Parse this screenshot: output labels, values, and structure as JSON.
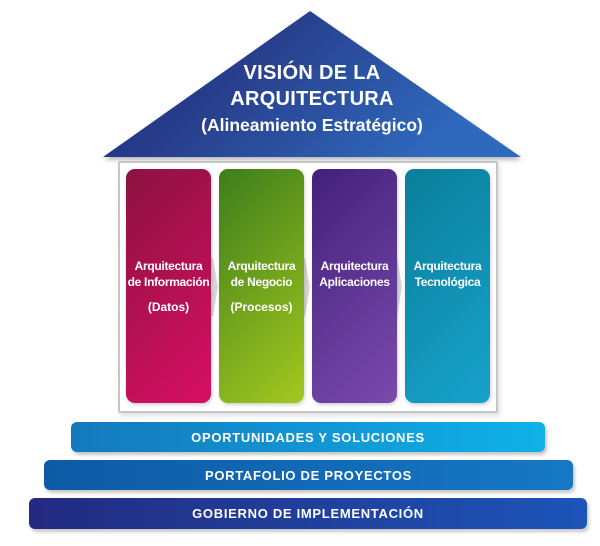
{
  "roof": {
    "title_line1": "VISIÓN DE LA",
    "title_line2": "ARQUITECTURA",
    "subtitle": "(Alineamiento Estratégico)",
    "gradient_from": "#1d2373",
    "gradient_mid": "#28418f",
    "gradient_to": "#2f69bd"
  },
  "pillars": [
    {
      "line1": "Arquitectura",
      "line2": "de Información",
      "sub": "(Datos)",
      "gradient_from": "#8c1240",
      "gradient_to": "#d80f63"
    },
    {
      "line1": "Arquitectura",
      "line2": "de Negocio",
      "sub": "(Procesos)",
      "gradient_from": "#3d7d1c",
      "gradient_to": "#a3c81d"
    },
    {
      "line1": "Arquitectura",
      "line2": "Aplicaciones",
      "sub": "",
      "gradient_from": "#42217a",
      "gradient_to": "#7a4aae"
    },
    {
      "line1": "Arquitectura",
      "line2": "Tecnológica",
      "sub": "",
      "gradient_from": "#0a7e99",
      "gradient_to": "#17a2cc"
    }
  ],
  "bars": [
    {
      "label": "OPORTUNIDADES Y SOLUCIONES",
      "gradient_from": "#1478bc",
      "gradient_to": "#0fb2e8"
    },
    {
      "label": "PORTAFOLIO DE PROYECTOS",
      "gradient_from": "#0e5aa5",
      "gradient_to": "#1678c4"
    },
    {
      "label": "GOBIERNO DE IMPLEMENTACIÓN",
      "gradient_from": "#232a80",
      "gradient_to": "#1c55b8"
    }
  ]
}
